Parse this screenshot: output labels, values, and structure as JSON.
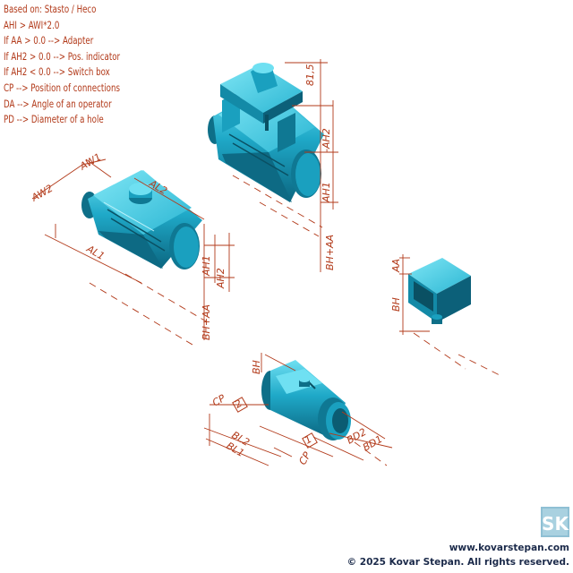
{
  "notes": [
    "Based on: Stasto / Heco",
    "AHI > AWI*2.0",
    "If AA > 0.0 --> Adapter",
    "If AH2 > 0.0 --> Pos. indicator",
    "If AH2 < 0.0 --> Switch box",
    "CP --> Position of connections",
    "DA --> Angle of an operator",
    "PD --> Diameter of a hole"
  ],
  "labels": {
    "aw1": "AW1",
    "aw2": "AW2",
    "al1": "AL1",
    "al2": "AL2",
    "ah1_left": "AH1",
    "ah2_left": "AH2",
    "bhaa_left": "BH+AA",
    "dim_815": "81,5",
    "ah2_neg": "-AH2",
    "ah1_top": "AH1",
    "bhaa_top": "BH+AA",
    "aa": "AA",
    "bh_adapter": "BH",
    "bh_valve": "BH",
    "cp_top": "CP",
    "cp_top_num": "2",
    "cp_bottom": "CP",
    "cp_bottom_num": "1",
    "bl1": "BL1",
    "bl2": "BL2",
    "bd1": "BD1",
    "bd2": "BD2"
  },
  "logo": {
    "letters": "SK"
  },
  "footer": {
    "website": "www.kovarstepan.com",
    "copyright": "© 2025 Kovar Stepan. All rights reserved."
  },
  "colors": {
    "accent": "#b23a1a",
    "model": "#1fa3c2",
    "model_dark": "#0e6f88",
    "model_light": "#5fd3ea"
  }
}
